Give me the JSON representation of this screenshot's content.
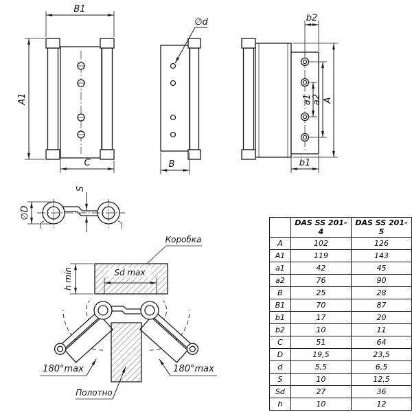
{
  "labels": {
    "dim_B1": "B1",
    "dim_A1": "A1",
    "dim_C": "C",
    "dim_d": "∅d",
    "dim_B": "B",
    "dim_b2": "b2",
    "dim_a1": "a1",
    "dim_a2": "a2",
    "dim_A": "A",
    "dim_b1": "b1",
    "dim_S": "S",
    "dim_D": "∅D",
    "frame": "Коробка",
    "sd_max": "Sd max",
    "h_min": "h min",
    "angle_left": "180°max",
    "angle_right": "180°max",
    "leaf": "Полотно"
  },
  "table": {
    "col1": "DAS SS 201-4",
    "col2": "DAS SS 201-5",
    "rows": [
      {
        "p": "A",
        "v1": "102",
        "v2": "126"
      },
      {
        "p": "A1",
        "v1": "119",
        "v2": "143"
      },
      {
        "p": "a1",
        "v1": "42",
        "v2": "45"
      },
      {
        "p": "a2",
        "v1": "76",
        "v2": "90"
      },
      {
        "p": "B",
        "v1": "25",
        "v2": "28"
      },
      {
        "p": "B1",
        "v1": "70",
        "v2": "87"
      },
      {
        "p": "b1",
        "v1": "17",
        "v2": "20"
      },
      {
        "p": "b2",
        "v1": "10",
        "v2": "11"
      },
      {
        "p": "C",
        "v1": "51",
        "v2": "64"
      },
      {
        "p": "D",
        "v1": "19,5",
        "v2": "23,5"
      },
      {
        "p": "d",
        "v1": "5,5",
        "v2": "6,5"
      },
      {
        "p": "S",
        "v1": "10",
        "v2": "12,5"
      },
      {
        "p": "Sd",
        "v1": "27",
        "v2": "36"
      },
      {
        "p": "h",
        "v1": "10",
        "v2": "12"
      }
    ]
  }
}
